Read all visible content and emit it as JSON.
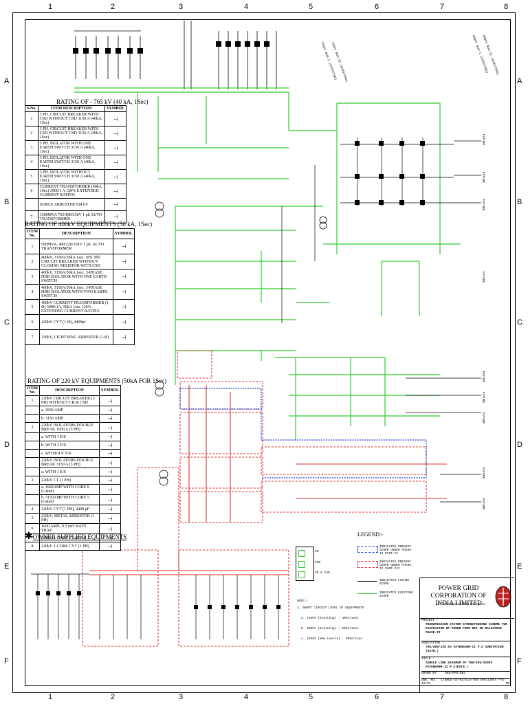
{
  "grid": {
    "columns": [
      "1",
      "2",
      "3",
      "4",
      "5",
      "6",
      "7",
      "8"
    ],
    "rows": [
      "A",
      "B",
      "C",
      "D",
      "E",
      "F"
    ]
  },
  "table765": {
    "title": "RATING OF - 765 kV (40 kA, 1Sec)",
    "headers": [
      "S.No.",
      "ITEM DESCRIPTION",
      "SYMBOL"
    ],
    "rows": [
      {
        "no": "1",
        "desc": "3 PH. CIRCUIT BREAKER WITH CSD WITHOUT CSD 3150 A (40kA, 1Sec)"
      },
      {
        "no": "2",
        "desc": "3 PH. CIRCUIT BREAKER WITH CSD WITHOUT CSD 3150 A (40kA, 1Sec)"
      },
      {
        "no": "3",
        "desc": "3 PH. ISOLATOR WITH ONE EARTH SWITCH 3150 A (40kA, 1Sec)"
      },
      {
        "no": "4",
        "desc": "3 PH. ISOLATOR WITH ONE EARTH SWITCH 3150 A (40kA, 1Sec)"
      },
      {
        "no": "5",
        "desc": "3 PH. ISOLATOR WITHOUT EARTH SWITCH 3150 A (40kA, 1Sec)"
      },
      {
        "no": "6",
        "desc": "CURRENT TRANSFORMER (40kA 1Sec) 3000/1 A 120% EXTENDED CURRENT RATING"
      },
      {
        "no": "",
        "desc": "SURGE ARRESTER 624 kV"
      },
      {
        "no": "7",
        "desc": "1500MVA 765/400/33kV 1 ph AUTO TRANSFORMER"
      }
    ]
  },
  "table400": {
    "title": "RATING OF 400kV EQUIPMENTS    (50 kA, 1Sec)",
    "headers": [
      "ITEM No.",
      "DESCRIPTION",
      "SYMBOL"
    ],
    "rows": [
      {
        "no": "1",
        "desc": "500MVA, 400/220/33kV 1 ph. AUTO TRANSFORMER"
      },
      {
        "no": "2",
        "desc": "400kV, 3150A/50kA 1sec. SF6 3Ph CIRCUIT BREAKER WITHOUT CLOSING RESISTOR WITH CSD"
      },
      {
        "no": "3",
        "desc": "400kV, 3150A/50kA 1sec. 3-PHASE HDB ISOLATOR WITH ONE EARTH SWITCH"
      },
      {
        "no": "4",
        "desc": "400kV, 3150A/50kA 1sec. 3-PHASE HDB ISOLATOR WITH TWO EARTH SWITCH"
      },
      {
        "no": "5",
        "desc": "400kV CURRENT TRANSFORMER (1-Φ) 3000/1A, 50kA 1sec 120% EXTENDED CURRENT RATING"
      },
      {
        "no": "6",
        "desc": "420kV CVT (1-Φ), 4400pf"
      },
      {
        "no": "7",
        "desc": "336kV, LIGHTNING ARRESTER (1-Φ)"
      }
    ]
  },
  "table220": {
    "title": "RATING OF 220 kV EQUIPMENTS (50kA FOR 1Sec)",
    "headers": [
      "ITEM No.",
      "DESCRIPTION",
      "SYMBOL"
    ],
    "rows": [
      {
        "no": "1",
        "desc": "220kV CIRCUIT BREAKER (3 PH) WITHOUT CR & CSD"
      },
      {
        "no": "",
        "desc": "a. 1600 AMP"
      },
      {
        "no": "",
        "desc": "b. 3150 AMP"
      },
      {
        "no": "2",
        "desc": "220kV ISOLATORS DOUBLE BREAK 1600 A (3 PH)"
      },
      {
        "no": "",
        "desc": "a. WITH 1 E/S"
      },
      {
        "no": "",
        "desc": "b. WITH 2 E/S"
      },
      {
        "no": "",
        "desc": "c. WITHOUT E/S"
      },
      {
        "no": "",
        "desc": "220kV ISOLATORS DOUBLE BREAK 3150 A (3 PH)"
      },
      {
        "no": "",
        "desc": "a. WITH 1 E/S"
      },
      {
        "no": "3",
        "desc": "220kV CT (1 PH)"
      },
      {
        "no": "",
        "desc": "a. 1600AMP WITH CORE 5 (Gated)"
      },
      {
        "no": "",
        "desc": "b. 3150AMP WITH CORE 5 (Gated)"
      },
      {
        "no": "4",
        "desc": "220kV CVT (1 PH), 4400 pF"
      },
      {
        "no": "5",
        "desc": "220kV, METAL ARRESTER (1 PH)"
      },
      {
        "no": "6",
        "desc": "1600 AMP., 0.5 mH WAVE TRAP"
      },
      {
        "no": "7",
        "desc": "220kV 1-CORE CT (1 PH)"
      },
      {
        "no": "8",
        "desc": "220kV 1-CORE CVT (1 PH)"
      }
    ]
  },
  "owner_note": "OWNER SUPPLIED EQUIPMENTS",
  "legend": {
    "title": "LEGEND:-",
    "breaker_keys": [
      "CR",
      "CSD",
      "CR & CSD"
    ],
    "lines": [
      "INDICATES PRESENT SCOPE UNDER PHASE-II PART-II",
      "INDICATES PRESENT SCOPE UNDER PHASE-II PART-III",
      "INDICATES FUTURE SCOPE",
      "INDICATES EXISTING SCOPE"
    ],
    "note_title": "NOTE:-",
    "notes": [
      "1. SHORT CIRCUIT LEVEL OF EQUIPMENTS",
      "a. 765kV (Existing) : 40kA/1sec",
      "b. 400kV (Existing) : 50kA/1sec",
      "c. 220kV (New Levels) : 50kA/1sec"
    ]
  },
  "titleblock": {
    "company": "POWER GRID CORPORATION OF INDIA LIMITED",
    "subtitle": "(A Government of India Enterprise)",
    "project_label": "PROJECT :",
    "project": "TRANSMISSION SYSTEM STRENGTHENING SCHEME FOR EVACUATION OF POWER FROM RES IN RAJASTHAN PHASE-II",
    "substation_label": "SUBSTATION :",
    "substation": "765/400/220 kV FATEHGARH-II P.S SUBSTATION (EXTN.)",
    "title_label": "TITLE :",
    "title": "SINGLE LINE DIAGRAM OF 765/400/220kV FATEHGARH-II P.S(EXTN.)",
    "drawn_label": "DRAWN BY",
    "drawn": "SKS/RPS/DEL",
    "dwg_label": "DWG. NO.",
    "dwg": "C/ENGG-SS-RJ/SLD/765/400/220kV FTG-II/01",
    "rev": "R0"
  },
  "feeders_right": [
    "FUTURE",
    "FUTURE",
    "FUTURE",
    "FUTURE",
    "FUTURE",
    "FUTURE",
    "FUTURE",
    "FUTURE",
    "FUTURE"
  ],
  "rotated_notes": [
    "765kV BUS-I (EXISTING)",
    "765kV BUS-II (EXISTING)",
    "400kV BUS-I (EXISTING)",
    "400kV BUS-II (EXISTING)"
  ]
}
